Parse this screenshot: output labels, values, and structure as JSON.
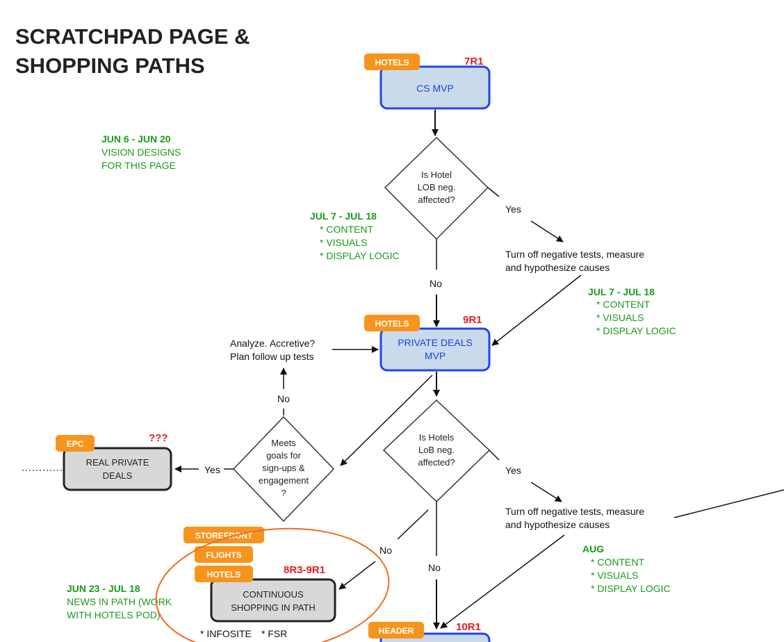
{
  "title": {
    "line1": "SCRATCHPAD PAGE &",
    "line2": "SHOPPING PATHS"
  },
  "schedules": {
    "vision": {
      "dates": "JUN 6 - JUN 20",
      "lines": [
        "VISION DESIGNS",
        "FOR THIS PAGE"
      ]
    },
    "first": {
      "dates": "JUL 7 - JUL 18",
      "lines": [
        "* CONTENT",
        "* VISUALS",
        "* DISPLAY LOGIC"
      ]
    },
    "second": {
      "dates": "JUL 7 - JUL 18",
      "lines": [
        "* CONTENT",
        "* VISUALS",
        "* DISPLAY LOGIC"
      ]
    },
    "aug": {
      "dates": "AUG",
      "lines": [
        "* CONTENT",
        "* VISUALS",
        "* DISPLAY LOGIC"
      ]
    },
    "news": {
      "dates": "JUN 23 - JUL 18",
      "lines": [
        "NEWS IN PATH (WORK",
        "WITH HOTELS POD)"
      ]
    }
  },
  "nodes": {
    "cs_mvp": {
      "label": "CS MVP",
      "tag": "HOTELS",
      "release": "7R1"
    },
    "private_deals": {
      "label_lines": [
        "PRIVATE DEALS",
        "MVP"
      ],
      "tag": "HOTELS",
      "release": "9R1"
    },
    "real_private": {
      "label_lines": [
        "REAL PRIVATE",
        "DEALS"
      ],
      "tag": "EPC",
      "release": "???"
    },
    "continuous": {
      "label_lines": [
        "CONTINUOUS",
        "SHOPPING IN PATH"
      ],
      "tags": [
        "STOREFRONT",
        "FLIGHTS",
        "HOTELS"
      ],
      "release": "8R3-9R1"
    },
    "bottom": {
      "tag": "HEADER",
      "release": "10R1"
    }
  },
  "decisions": {
    "hotel_lob": [
      "Is Hotel",
      "LOB neg.",
      "affected?"
    ],
    "meets_goals": [
      "Meets",
      "goals for",
      "sign-ups &",
      "engagement",
      "?"
    ],
    "hotels_lob": [
      "Is Hotels",
      "LoB neg.",
      "affected?"
    ]
  },
  "actions": {
    "turn_off_1": [
      "Turn off negative tests, measure",
      "and hypothesize causes"
    ],
    "turn_off_2": [
      "Turn off negative tests, measure",
      "and hypothesize causes"
    ],
    "analyze": [
      "Analyze. Accretive?",
      "Plan follow up tests"
    ]
  },
  "edge_labels": {
    "yes": "Yes",
    "no": "No"
  },
  "footer_notes": {
    "infosite": "* INFOSITE",
    "fsr": "* FSR"
  },
  "colors": {
    "tag": "#f7941d",
    "blue_node_fill": "#c9dbeb",
    "blue_node_stroke": "#2244ee",
    "gray_node_fill": "#d8d8d8",
    "release": "#e02020",
    "schedule": "#1a9a1a",
    "highlight_ellipse": "#f26b1f"
  }
}
